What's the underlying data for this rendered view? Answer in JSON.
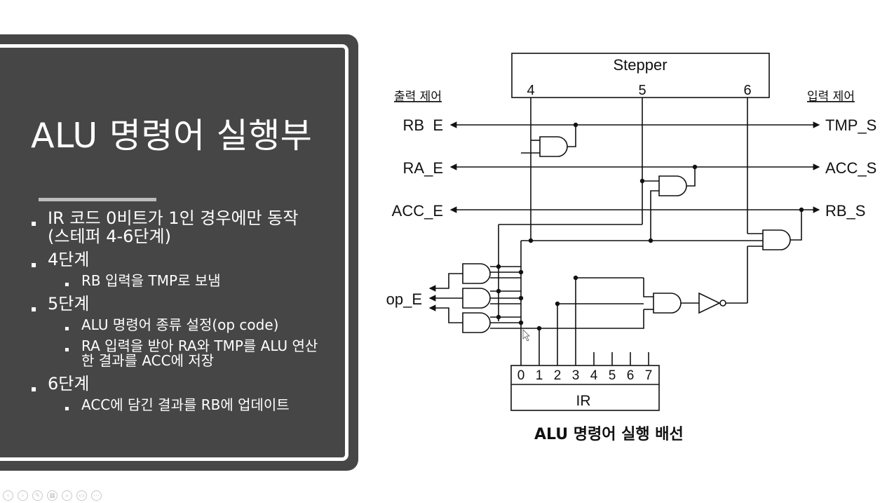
{
  "slide": {
    "title": "ALU 명령어 실행부",
    "bullets": [
      {
        "level": 1,
        "text": "IR 코드 0비트가 1인 경우에만 동작 (스테퍼 4-6단계)"
      },
      {
        "level": 1,
        "text": "4단계"
      },
      {
        "level": 2,
        "text": "RB 입력을 TMP로 보냄"
      },
      {
        "level": 1,
        "text": "5단계"
      },
      {
        "level": 2,
        "text": "ALU 명령어 종류 설정(op code)"
      },
      {
        "level": 2,
        "text": "RA 입력을 받아 RA와 TMP를 ALU 연산한 결과를 ACC에 저장"
      },
      {
        "level": 1,
        "text": "6단계"
      },
      {
        "level": 2,
        "text": "ACC에 담긴 결과를 RB에 업데이트"
      }
    ],
    "bullet_glyph": "▪"
  },
  "diagram": {
    "stepper": {
      "label": "Stepper",
      "steps": [
        "4",
        "5",
        "6"
      ]
    },
    "output_control_label": "출력 제어",
    "input_control_label": "입력 제어",
    "left_signals": [
      "RB  E",
      "RA_E",
      "ACC_E",
      "op_E"
    ],
    "right_signals": [
      "TMP_S",
      "ACC_S",
      "RB_S"
    ],
    "ir": {
      "label": "IR",
      "bits": [
        "0",
        "1",
        "2",
        "3",
        "4",
        "5",
        "6",
        "7"
      ]
    },
    "caption": "ALU 명령어 실행 배선"
  },
  "nav_icons": [
    "prev-icon",
    "next-icon",
    "pen-icon",
    "slides-icon",
    "zoom-icon",
    "subtitle-icon",
    "more-icon"
  ]
}
